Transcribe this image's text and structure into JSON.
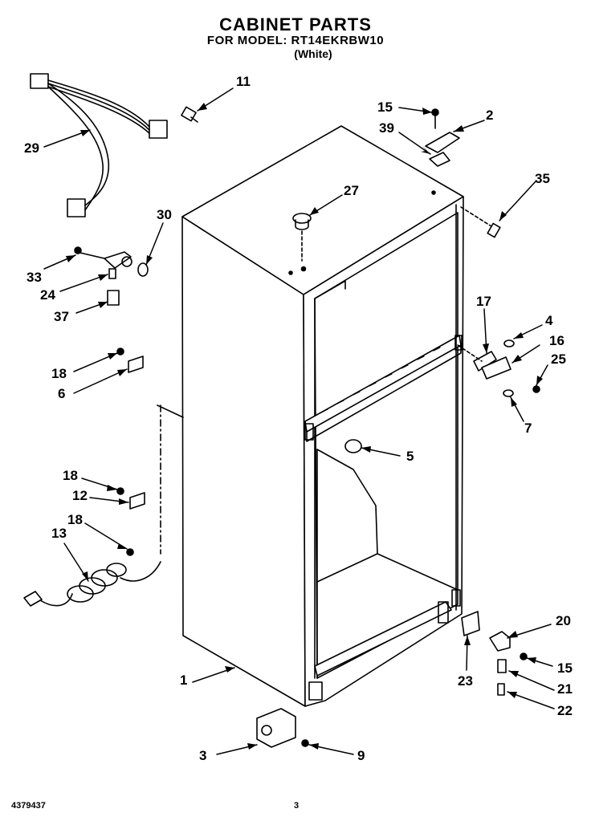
{
  "header": {
    "title": "CABINET PARTS",
    "model_line": "FOR MODEL: RT14EKRBW10",
    "color_line": "(White)"
  },
  "callouts": [
    "11",
    "15",
    "2",
    "39",
    "35",
    "29",
    "27",
    "30",
    "33",
    "24",
    "37",
    "17",
    "4",
    "16",
    "25",
    "7",
    "18",
    "6",
    "5",
    "18",
    "12",
    "18",
    "13",
    "20",
    "15",
    "21",
    "23",
    "22",
    "1",
    "3",
    "9"
  ],
  "footer": {
    "doc_number": "4379437",
    "page_number": "3"
  }
}
